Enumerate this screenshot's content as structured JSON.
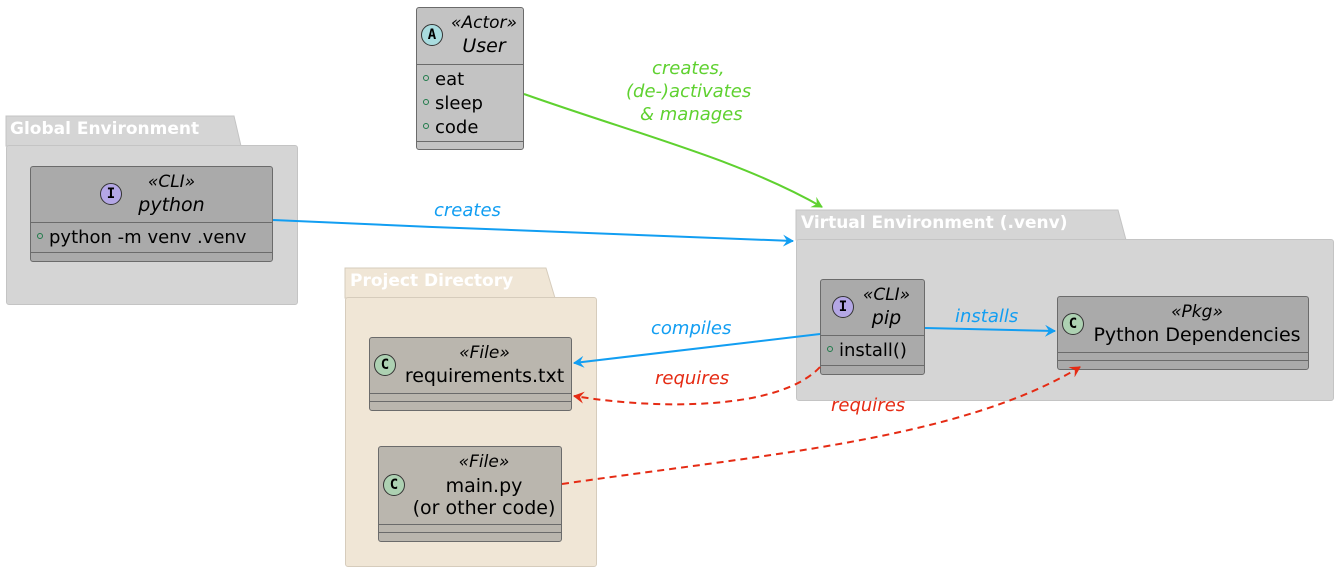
{
  "packages": {
    "global": {
      "title": "Global Environment"
    },
    "venv": {
      "title": "Virtual Environment (.venv)"
    },
    "project": {
      "title": "Project Directory"
    }
  },
  "classes": {
    "user": {
      "badge": "A",
      "stereotype": "«Actor»",
      "name": "User",
      "members": [
        "eat",
        "sleep",
        "code"
      ]
    },
    "python": {
      "badge": "I",
      "stereotype": "«CLI»",
      "name": "python",
      "members": [
        "python -m venv .venv"
      ]
    },
    "pip": {
      "badge": "I",
      "stereotype": "«CLI»",
      "name": "pip",
      "members": [
        "install()"
      ]
    },
    "deps": {
      "badge": "C",
      "stereotype": "«Pkg»",
      "name": "Python Dependencies",
      "members": []
    },
    "requirements": {
      "badge": "C",
      "stereotype": "«File»",
      "name": "requirements.txt",
      "members": []
    },
    "main": {
      "badge": "C",
      "stereotype": "«File»",
      "name_line1": "main.py",
      "name_line2": "(or other code)",
      "members": []
    }
  },
  "relations": {
    "user_venv": {
      "line1": "creates,",
      "line2": "(de-)activates",
      "line3": "& manages"
    },
    "python_venv": {
      "label": "creates"
    },
    "pip_requirements": {
      "label": "compiles"
    },
    "pip_deps": {
      "label": "installs"
    },
    "pip_requires": {
      "label": "requires"
    },
    "main_requires": {
      "label": "requires"
    }
  },
  "colors": {
    "package_gray": "#d5d5d5",
    "package_project": "#f0e6d6",
    "class_gray": "#aaaaaa",
    "class_file": "#bab6ae",
    "class_actor": "#c3c3c3",
    "green": "#5fd130",
    "blue": "#129ef2",
    "red": "#e52b14"
  }
}
